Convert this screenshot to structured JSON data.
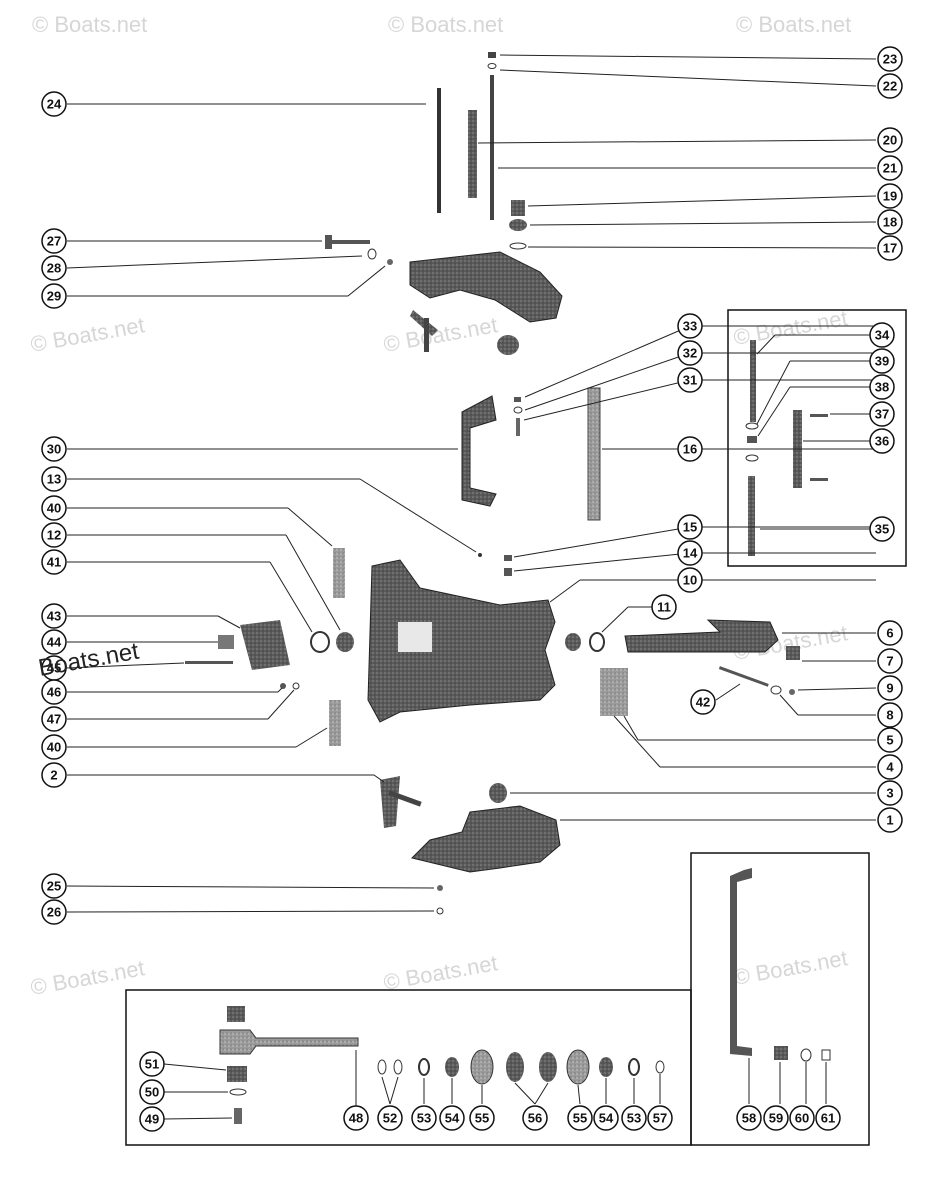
{
  "watermark": "© Boats.net",
  "watermark_overlay": "Boats.net",
  "callouts": {
    "c23": "23",
    "c22": "22",
    "c24": "24",
    "c20": "20",
    "c21": "21",
    "c19": "19",
    "c18": "18",
    "c17": "17",
    "c27": "27",
    "c28": "28",
    "c29": "29",
    "c33": "33",
    "c32": "32",
    "c31": "31",
    "c34": "34",
    "c39": "39",
    "c38": "38",
    "c37": "37",
    "c36": "36",
    "c35": "35",
    "c30": "30",
    "c16": "16",
    "c13": "13",
    "c40a": "40",
    "c12": "12",
    "c41": "41",
    "c15": "15",
    "c14": "14",
    "c10": "10",
    "c11": "11",
    "c43": "43",
    "c44": "44",
    "c45": "45",
    "c46": "46",
    "c47": "47",
    "c40b": "40",
    "c2": "2",
    "c6": "6",
    "c7": "7",
    "c9": "9",
    "c42": "42",
    "c8": "8",
    "c5": "5",
    "c4": "4",
    "c3": "3",
    "c1": "1",
    "c25": "25",
    "c26": "26",
    "c51": "51",
    "c50": "50",
    "c49": "49",
    "c48": "48",
    "c52": "52",
    "c53a": "53",
    "c54a": "54",
    "c55a": "55",
    "c56": "56",
    "c55b": "55",
    "c54b": "54",
    "c53b": "53",
    "c57": "57",
    "c58": "58",
    "c59": "59",
    "c60": "60",
    "c61": "61"
  }
}
